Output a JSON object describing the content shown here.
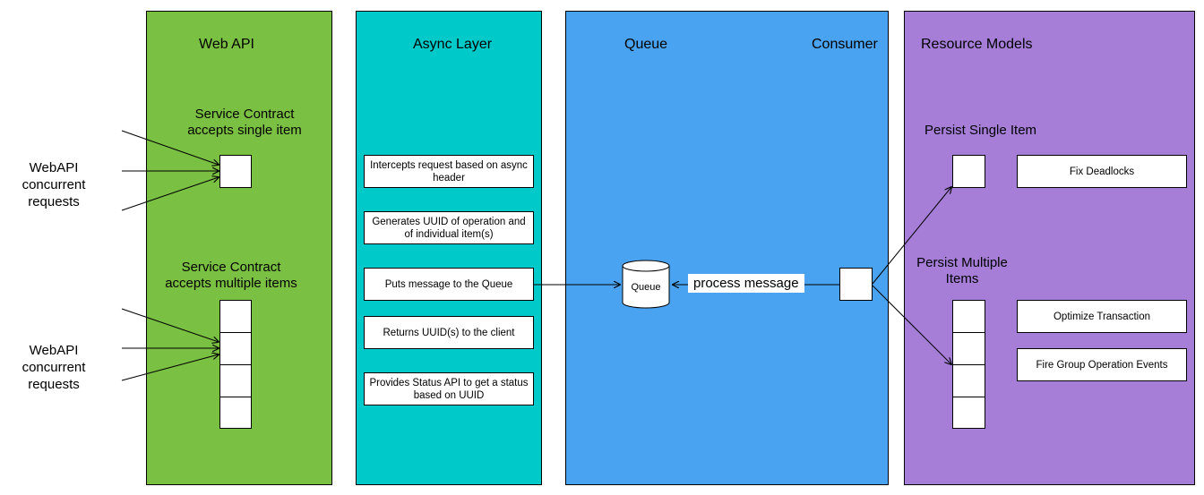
{
  "colors": {
    "web_api": "#7ac143",
    "async_layer": "#00c9c9",
    "queue_consumer": "#4aa3f0",
    "resource_models": "#a67ed8"
  },
  "lanes": {
    "web_api": {
      "title": "Web API"
    },
    "async_layer": {
      "title": "Async Layer"
    },
    "queue": {
      "title": "Queue",
      "consumer_title": "Consumer"
    },
    "resource_models": {
      "title": "Resource Models"
    }
  },
  "callers": [
    {
      "label": "WebAPI\nconcurrent\nrequests"
    },
    {
      "label": "WebAPI\nconcurrent\nrequests"
    }
  ],
  "web_api": {
    "single_contract": "Service Contract\naccepts single item",
    "multiple_contract": "Service Contract\naccepts multiple items"
  },
  "async_steps": [
    "Intercepts request based on async header",
    "Generates UUID of operation and of individual item(s)",
    "Puts message to the Queue",
    "Returns UUID(s) to the client",
    "Provides Status API to get a status based on UUID"
  ],
  "queue": {
    "cylinder_label": "Queue",
    "message_label": "process message"
  },
  "resource_models": {
    "persist_single": "Persist Single Item",
    "persist_multiple": "Persist Multiple\nItems",
    "fix_deadlocks": "Fix Deadlocks",
    "optimize_transaction": "Optimize Transaction",
    "fire_events": "Fire Group Operation Events"
  }
}
